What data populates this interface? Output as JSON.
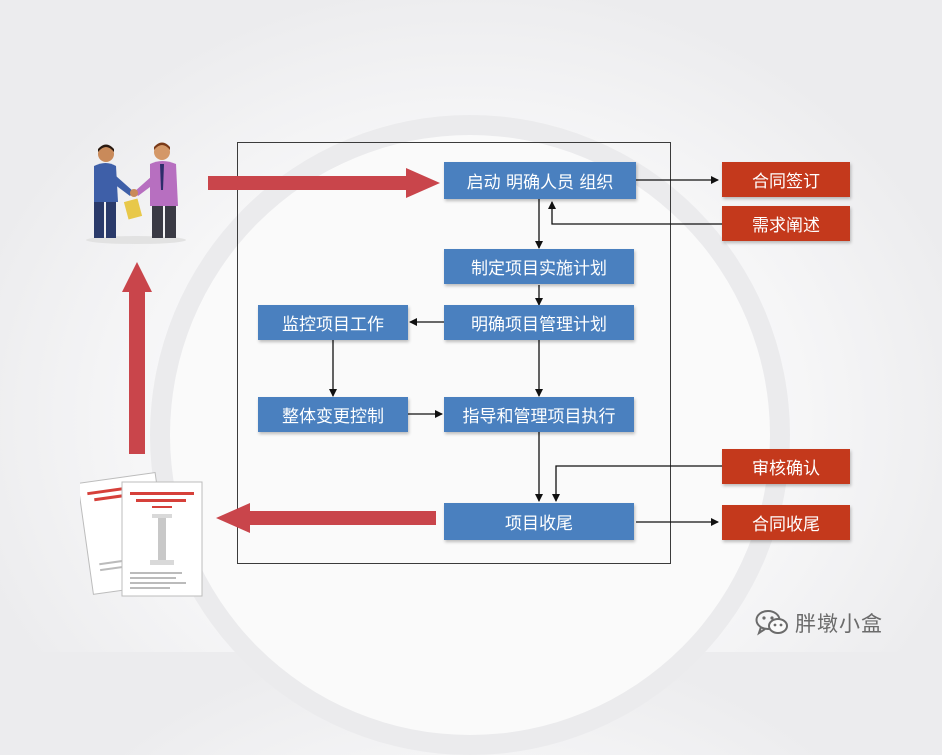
{
  "flow": {
    "start": "启动  明确人员 组织",
    "plan_impl": "制定项目实施计划",
    "plan_mgmt": "明确项目管理计划",
    "monitor": "监控项目工作",
    "change_ctrl": "整体变更控制",
    "direct_manage": "指导和管理项目执行",
    "closing": "项目收尾"
  },
  "external": {
    "contract_sign": "合同签订",
    "req_statement": "需求阐述",
    "review_confirm": "审核确认",
    "contract_close": "合同收尾"
  },
  "watermark": {
    "text": "胖墩小盒"
  },
  "colors": {
    "process_box": "#4a80bf",
    "external_box": "#c4391c",
    "big_arrow": "#c9454b",
    "frame": "#3b3b3b"
  },
  "icons": {
    "people": "handshake-people-icon",
    "document": "document-report-icon",
    "wechat": "wechat-logo-icon"
  }
}
